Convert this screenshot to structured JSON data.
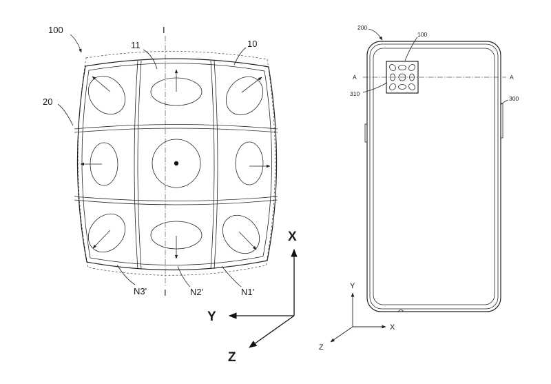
{
  "left_figure": {
    "ref_100": "100",
    "ref_11": "11",
    "ref_10": "10",
    "ref_20": "20",
    "section_top": "I",
    "section_bottom": "I",
    "n3": "N3'",
    "n2": "N2'",
    "n1": "N1'",
    "axis_x": "X",
    "axis_y": "Y",
    "axis_z": "Z"
  },
  "right_figure": {
    "ref_200": "200",
    "ref_100": "100",
    "ref_300": "300",
    "ref_310": "310",
    "section_left": "A",
    "section_right": "A",
    "axis_x": "X",
    "axis_y": "Y",
    "axis_z": "Z"
  }
}
